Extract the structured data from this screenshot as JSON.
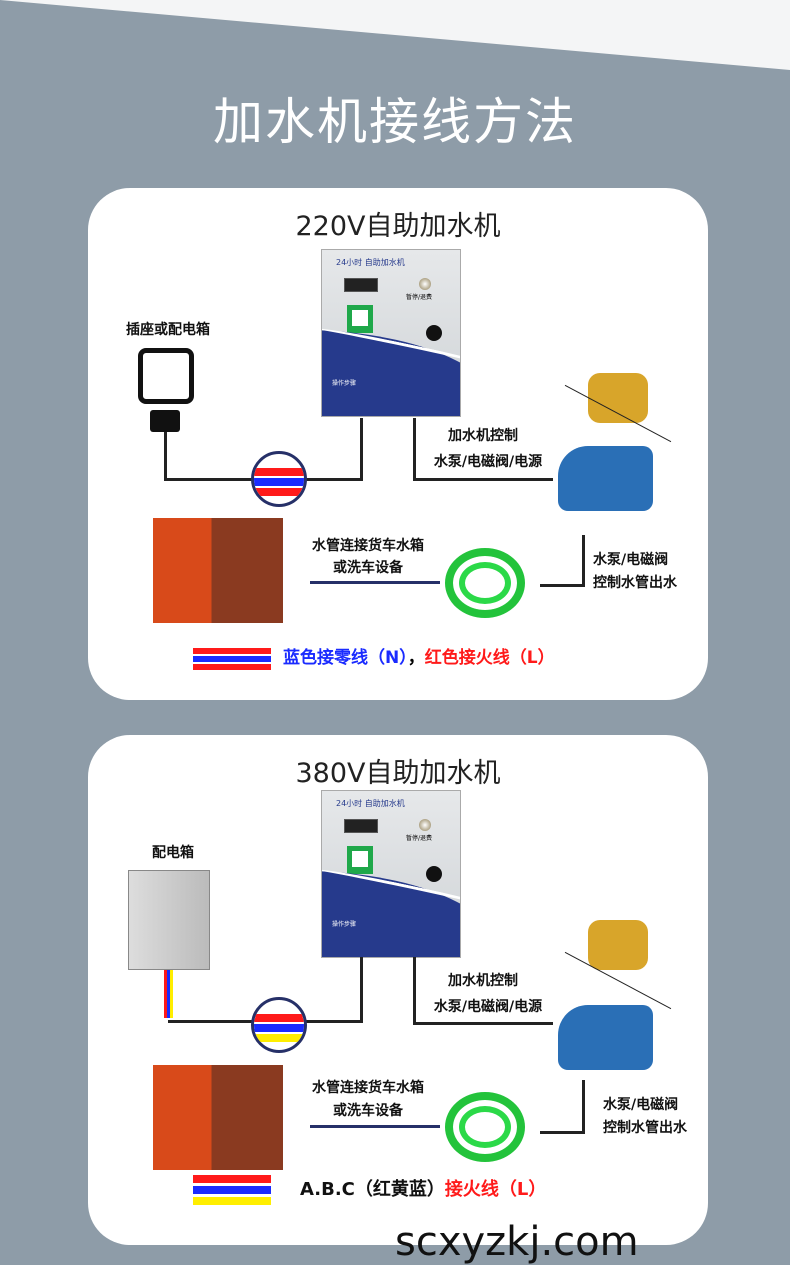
{
  "title": "加水机接线方法",
  "watermark": "scxyzkj.com",
  "panels": [
    {
      "title": "220V自助加水机",
      "source_label": "插座或配电箱",
      "control_label_1": "加水机控制",
      "control_label_2": "水泵/电磁阀/电源",
      "hose_label_1": "水管连接货车水箱",
      "hose_label_2": "或洗车设备",
      "output_label_1": "水泵/电磁阀",
      "output_label_2": "控制水管出水",
      "legend_a": "蓝色接零线（N）",
      "legend_sep": "，",
      "legend_b": "红色接火线（L）",
      "wire_colors": [
        "#ff1a1a",
        "#ffffff",
        "#1a2bff",
        "#ffffff",
        "#ff1a1a"
      ]
    },
    {
      "title": "380V自助加水机",
      "source_label": "配电箱",
      "control_label_1": "加水机控制",
      "control_label_2": "水泵/电磁阀/电源",
      "hose_label_1": "水管连接货车水箱",
      "hose_label_2": "或洗车设备",
      "output_label_1": "水泵/电磁阀",
      "output_label_2": "控制水管出水",
      "legend_a": "A.B.C（红黄蓝）",
      "legend_b": "接火线（L）",
      "wire_colors": [
        "#ff1a1a",
        "#1a2bff",
        "#ffff00"
      ]
    }
  ],
  "machine": {
    "brand": "24小时 自助加水机",
    "button_label": "暂停/退费",
    "steps_label": "操作步骤"
  },
  "colors": {
    "navy": "#263a8c",
    "red": "#ff1a1a",
    "blue": "#1a2bff",
    "yellow": "#ffee00",
    "green": "#23c33b"
  }
}
